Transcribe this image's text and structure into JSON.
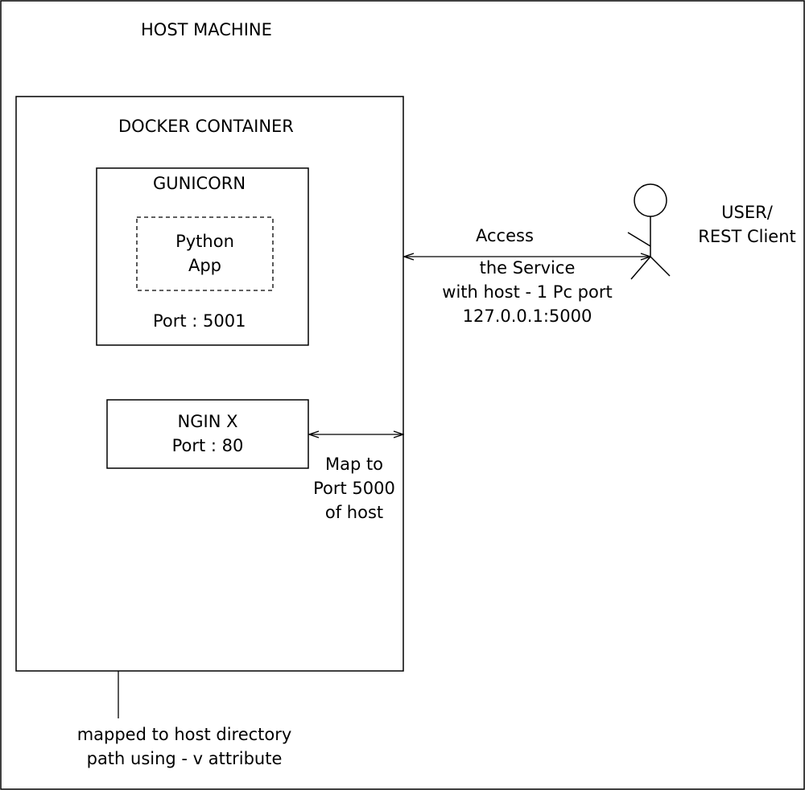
{
  "host_machine": {
    "title": "HOST MACHINE"
  },
  "docker_container": {
    "title": "DOCKER CONTAINER"
  },
  "gunicorn": {
    "title": "GUNICORN",
    "python_app": [
      "Python",
      "App"
    ],
    "port": "Port : 5001"
  },
  "nginx": {
    "lines": [
      "NGIN X",
      "Port : 80"
    ]
  },
  "map_label": [
    "Map to",
    "Port 5000",
    "of host"
  ],
  "access_label": [
    "Access",
    "the Service",
    "with host - 1 Pc port",
    "127.0.0.1:5000"
  ],
  "user": [
    "USER/",
    "REST Client"
  ],
  "volume_label": [
    "mapped to host directory",
    "path using - v attribute"
  ]
}
